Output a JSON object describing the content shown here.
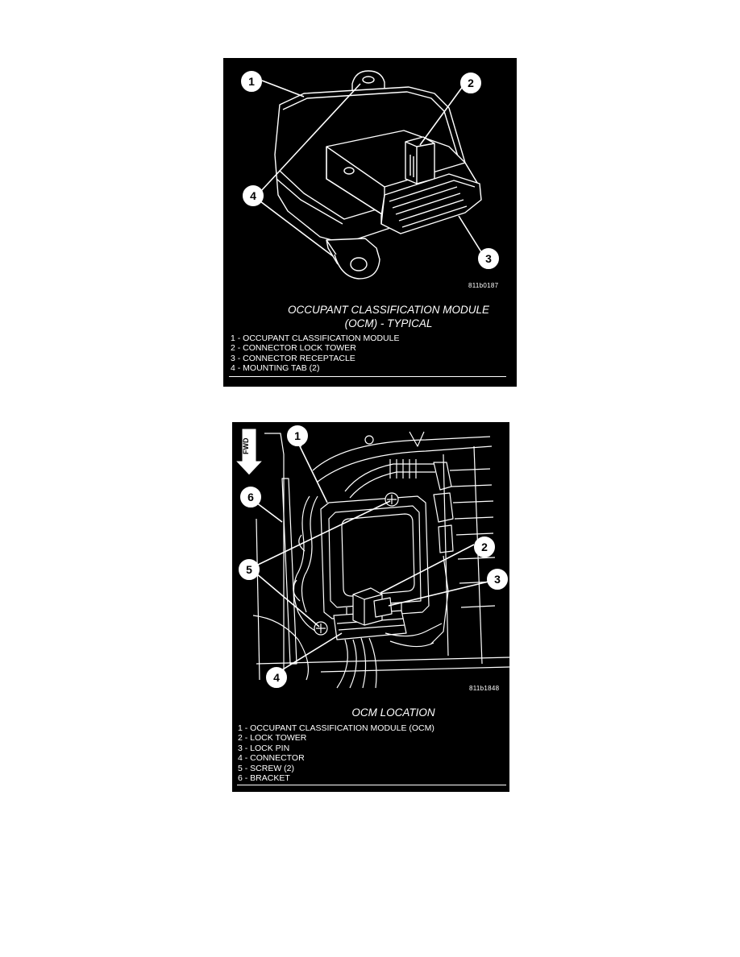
{
  "figure1": {
    "callouts": [
      "1",
      "2",
      "3",
      "4"
    ],
    "figure_code": "811b0187",
    "title_line1": "OCCUPANT CLASSIFICATION MODULE",
    "title_line2": "(OCM) - TYPICAL",
    "legend": [
      "1 - OCCUPANT CLASSIFICATION MODULE",
      "2 - CONNECTOR LOCK TOWER",
      "3 - CONNECTOR RECEPTACLE",
      "4 - MOUNTING TAB (2)"
    ]
  },
  "figure2": {
    "callouts": [
      "1",
      "2",
      "3",
      "4",
      "5",
      "6"
    ],
    "direction_label": "FWD",
    "figure_code": "811b1848",
    "title": "OCM LOCATION",
    "legend": [
      "1 - OCCUPANT CLASSIFICATION MODULE (OCM)",
      "2 - LOCK TOWER",
      "3 - LOCK PIN",
      "4 - CONNECTOR",
      "5 - SCREW (2)",
      "6 - BRACKET"
    ]
  }
}
